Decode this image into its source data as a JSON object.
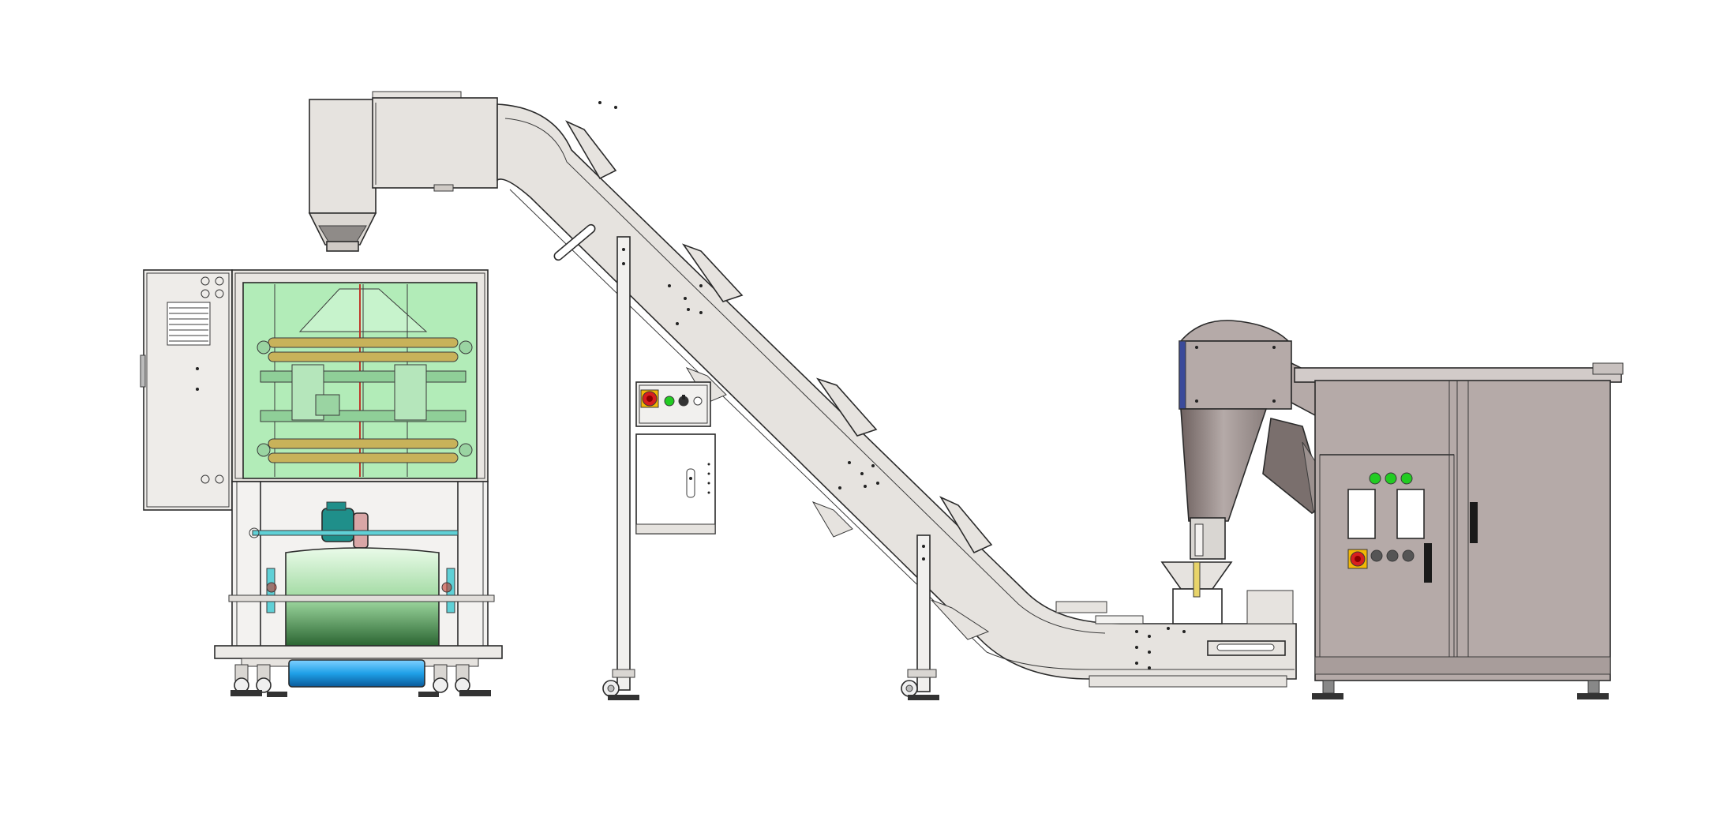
{
  "scene": {
    "type": "technical-cad-drawing",
    "machines": [
      {
        "name": "vertical-form-fill-seal-packaging-machine",
        "side": "left"
      },
      {
        "name": "incline-bucket-elevator-conveyor",
        "side": "center"
      },
      {
        "name": "vibratory-feeder-with-control-cabinet",
        "side": "right"
      }
    ],
    "colors": {
      "background": "#ffffff",
      "sheet_metal": "#e6e3df",
      "cabinet": "#b5aaa8",
      "guard_glass": "#a8ecb0",
      "film_roll": "#9fd9a0",
      "belt_roller": "#1fa0e8",
      "motor": "#1f8f8a",
      "indicator_green": "#22cc22",
      "emergency_stop": "#d81e1e",
      "brass_rollers": "#c8b25a",
      "outline": "#2a2a2a"
    },
    "icons": [
      "emergency-stop-icon",
      "indicator-light-icon",
      "selector-switch-icon",
      "caster-wheel-icon",
      "leveling-foot-icon",
      "door-lock-icon",
      "vent-grille-icon"
    ]
  }
}
